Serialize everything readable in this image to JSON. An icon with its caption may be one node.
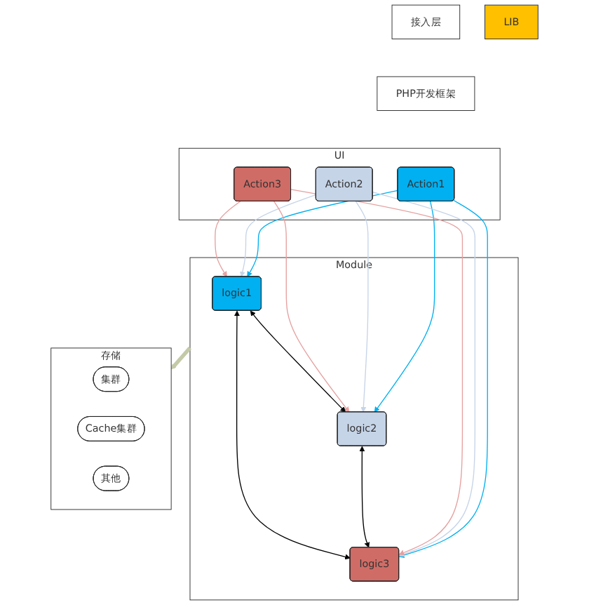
{
  "diagram": {
    "nodes": [
      {
        "text": [
          "接入层"
        ]
      },
      {
        "text": [
          "PHP开发框架"
        ]
      },
      {
        "text": [
          "UI"
        ]
      },
      {
        "text": [
          "Action1"
        ],
        "in": 2
      },
      {
        "text": [
          "Action2"
        ],
        "in": 2
      },
      {
        "text": [
          "Action3"
        ],
        "in": 2
      },
      {
        "text": [
          "Module"
        ]
      },
      {
        "text": [
          "logic1"
        ],
        "in": 6
      },
      {
        "text": [
          "logic2"
        ],
        "in": 6
      },
      {
        "text": [
          "logic3"
        ],
        "in": 6
      },
      {
        "text": [
          "LIB"
        ]
      },
      {
        "text": [
          "存储"
        ]
      },
      {
        "text": [
          "集群"
        ],
        "in": 11
      },
      {
        "text": [
          "Cache集群"
        ],
        "in": 11
      },
      {
        "text": [
          "其他"
        ],
        "in": 11
      }
    ],
    "edges": [
      {
        "from": 3,
        "to": 7,
        "arrow": "to",
        "color": "#00b0f0"
      },
      {
        "from": 3,
        "to": 8,
        "arrow": "to",
        "color": "#00b0f0"
      },
      {
        "from": 3,
        "to": 9,
        "arrow": "to",
        "color": "#00b0f0"
      },
      {
        "from": 4,
        "to": 7,
        "arrow": "to",
        "color": "#c6d4e8"
      },
      {
        "from": 4,
        "to": 8,
        "arrow": "to",
        "color": "#c6d4e8"
      },
      {
        "from": 4,
        "to": 9,
        "arrow": "to",
        "color": "#c6d4e8"
      },
      {
        "from": 5,
        "to": 7,
        "arrow": "to",
        "color": "#e6a0a0"
      },
      {
        "from": 5,
        "to": 8,
        "arrow": "to",
        "color": "#e6a0a0"
      },
      {
        "from": 5,
        "to": 9,
        "arrow": "to",
        "color": "#e6a0a0"
      },
      {
        "from": 7,
        "to": 8,
        "arrow": "both",
        "color": "#000000"
      },
      {
        "from": 8,
        "to": 9,
        "arrow": "both",
        "color": "#000000"
      },
      {
        "from": 7,
        "to": 9,
        "arrow": "both",
        "color": "#000000"
      },
      {
        "from": 6,
        "to": 11,
        "arrow": "to",
        "style": "thick",
        "color": "#c4c9a8"
      }
    ]
  }
}
